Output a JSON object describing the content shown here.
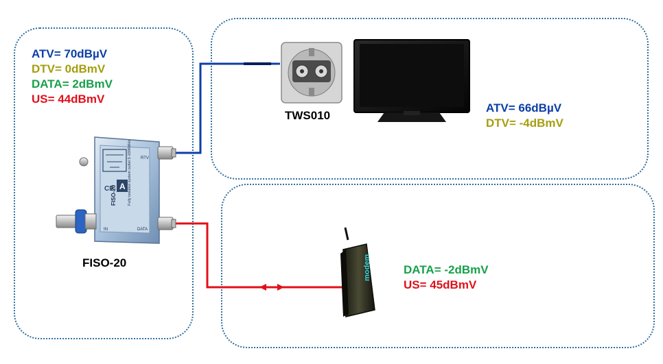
{
  "colors": {
    "atv": "#0b3fa6",
    "dtv": "#a59e0e",
    "data": "#18a04a",
    "us": "#e0101a",
    "zone_border": "#2f6e9e",
    "tv_wire": "#0b3fa6",
    "modem_wire": "#e0101a"
  },
  "source_levels": {
    "atv": "ATV= 70dBµV",
    "dtv": "DTV= 0dBmV",
    "data": "DATA= 2dBmV",
    "us": "US= 44dBmV"
  },
  "splitter": {
    "label": "FISO-20",
    "name_on_device": "FISO-20",
    "device_text": "Fully isolated system outlet 5-1006MHz",
    "port_in": "IN",
    "port_rtv": "RTV",
    "port_data": "DATA"
  },
  "tv_branch": {
    "socket_label": "TWS010",
    "atv": "ATV= 66dBµV",
    "dtv": "DTV= -4dBmV"
  },
  "modem_branch": {
    "device_text": "modem",
    "data": "DATA= -2dBmV",
    "us": "US= 45dBmV"
  }
}
